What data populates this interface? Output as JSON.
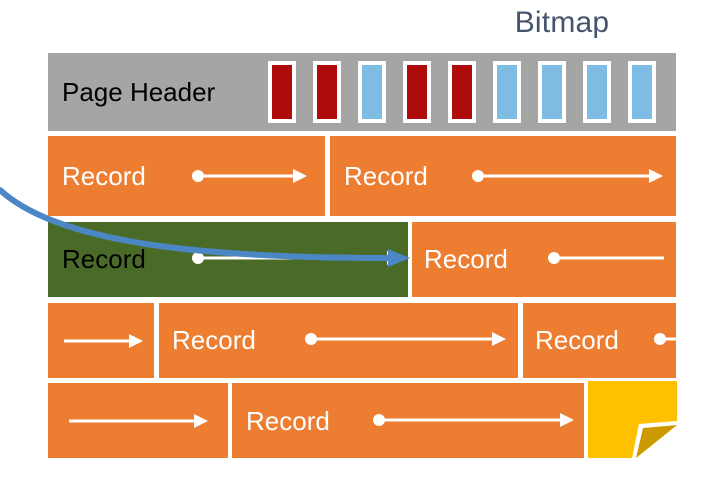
{
  "title": "Bitmap",
  "colors": {
    "title_text": "#44546A",
    "header_bg": "#A5A5A5",
    "record_orange": "#ED7D31",
    "record_green": "#4A6B28",
    "free_space_yellow": "#FFC000",
    "free_space_fold": "#CC9900",
    "bit_set_red": "#AE0B0B",
    "bit_clear_blue": "#7FBCE3",
    "pointer_white": "#FFFFFF",
    "curve_blue": "#4A87C4"
  },
  "header": {
    "label": "Page Header",
    "bitmap_cells": [
      {
        "state": "set",
        "color": "#AE0B0B"
      },
      {
        "state": "set",
        "color": "#AE0B0B"
      },
      {
        "state": "clear",
        "color": "#7FBCE3"
      },
      {
        "state": "set",
        "color": "#AE0B0B"
      },
      {
        "state": "set",
        "color": "#AE0B0B"
      },
      {
        "state": "clear",
        "color": "#7FBCE3"
      },
      {
        "state": "clear",
        "color": "#7FBCE3"
      },
      {
        "state": "clear",
        "color": "#7FBCE3"
      },
      {
        "state": "clear",
        "color": "#7FBCE3"
      }
    ]
  },
  "rows": [
    {
      "blocks": [
        {
          "label": "Record",
          "fill": "orange",
          "pointer": "dot-arrow"
        },
        {
          "label": "Record",
          "fill": "orange",
          "pointer": "dot-arrow"
        }
      ]
    },
    {
      "blocks": [
        {
          "label": "Record",
          "fill": "green",
          "pointer": "dot-arrow"
        },
        {
          "label": "Record",
          "fill": "orange",
          "pointer": "dot-line"
        }
      ]
    },
    {
      "blocks": [
        {
          "label": "",
          "fill": "orange",
          "pointer": "arrow-only"
        },
        {
          "label": "Record",
          "fill": "orange",
          "pointer": "dot-arrow"
        },
        {
          "label": "Record",
          "fill": "orange",
          "pointer": "dot-line"
        }
      ]
    },
    {
      "blocks": [
        {
          "label": "",
          "fill": "orange",
          "pointer": "arrow-only"
        },
        {
          "label": "Record",
          "fill": "orange",
          "pointer": "dot-arrow"
        },
        {
          "label": "",
          "fill": "yellow",
          "pointer": "none"
        }
      ]
    }
  ]
}
